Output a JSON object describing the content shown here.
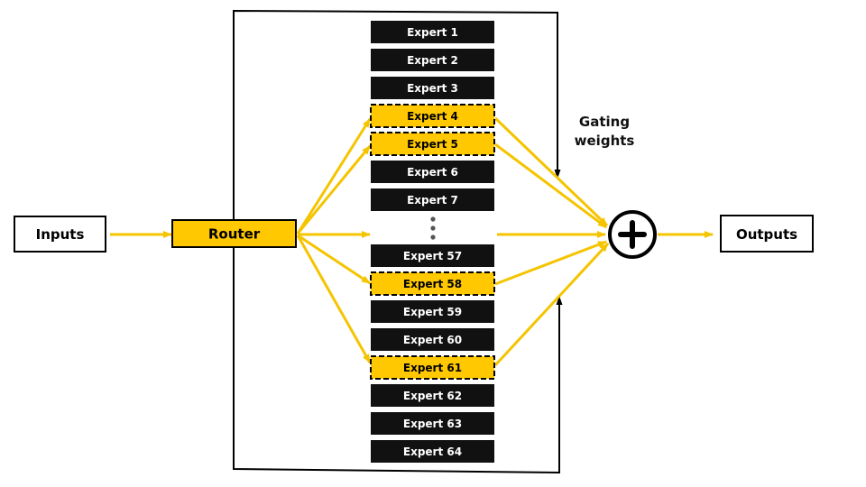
{
  "inputs": {
    "label": "Inputs"
  },
  "router": {
    "label": "Router"
  },
  "outputs": {
    "label": "Outputs"
  },
  "gating": {
    "line1": "Gating",
    "line2": "weights"
  },
  "combine": {
    "symbol": "plus-icon"
  },
  "colors": {
    "active": "#FFC800",
    "expert": "#111111",
    "expert_text": "#ffffff",
    "arrow": "#F5C400",
    "line": "#000000"
  },
  "experts_top": [
    {
      "label": "Expert 1",
      "active": false
    },
    {
      "label": "Expert 2",
      "active": false
    },
    {
      "label": "Expert 3",
      "active": false
    },
    {
      "label": "Expert 4",
      "active": true
    },
    {
      "label": "Expert 5",
      "active": true
    },
    {
      "label": "Expert 6",
      "active": false
    },
    {
      "label": "Expert 7",
      "active": false
    }
  ],
  "experts_bottom": [
    {
      "label": "Expert 57",
      "active": false
    },
    {
      "label": "Expert 58",
      "active": true
    },
    {
      "label": "Expert 59",
      "active": false
    },
    {
      "label": "Expert 60",
      "active": false
    },
    {
      "label": "Expert 61",
      "active": true
    },
    {
      "label": "Expert 62",
      "active": false
    },
    {
      "label": "Expert 63",
      "active": false
    },
    {
      "label": "Expert 64",
      "active": false
    }
  ]
}
